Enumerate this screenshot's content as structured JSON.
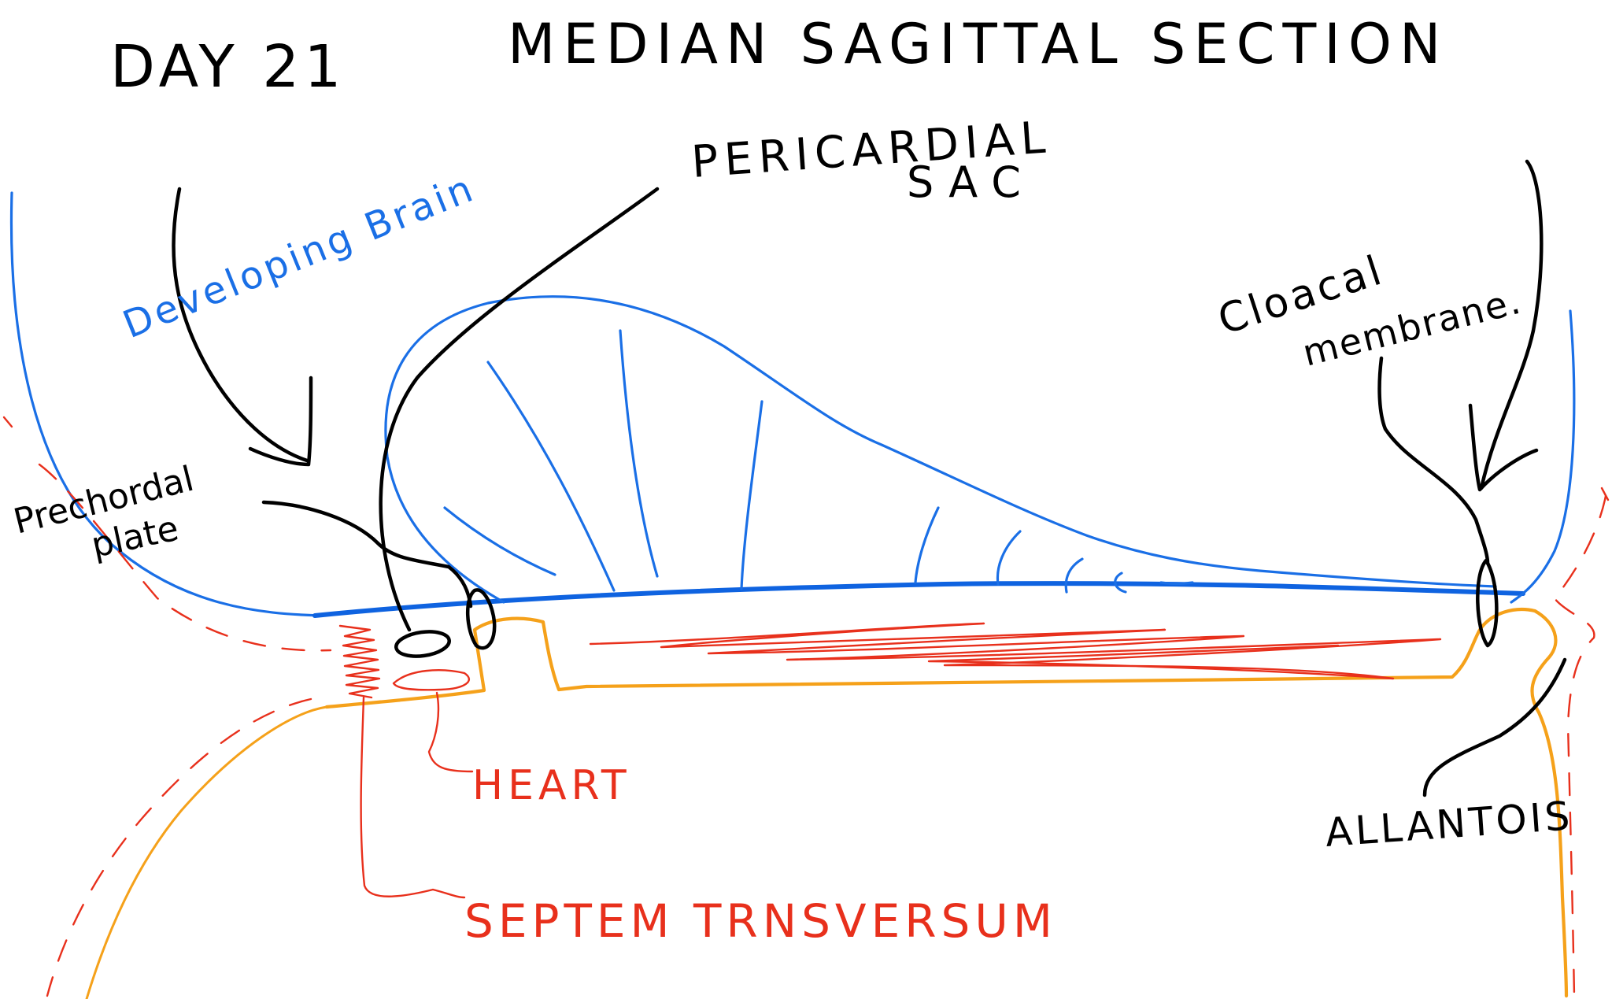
{
  "title": {
    "day": "DAY 21",
    "section": "MEDIAN SAGITTAL SECTION"
  },
  "labels": {
    "pericardial_sac_line1": "PERICARDIAL",
    "pericardial_sac_line2": "SAC",
    "developing_brain": "Developing Brain",
    "cloacal_membrane_line1": "Cloacal",
    "cloacal_membrane_line2": "membrane.",
    "prechordal_plate_line1": "Prechordal",
    "prechordal_plate_line2": "plate",
    "heart": "HEART",
    "septum_transversum": "SEPTEM TRNSVERSUM",
    "allantois": "ALLANTOIS"
  },
  "colors": {
    "ink": "#000000",
    "blue": "#0f63e0",
    "red": "#e8301c",
    "orange": "#f5a11a",
    "background": "#ffffff"
  }
}
